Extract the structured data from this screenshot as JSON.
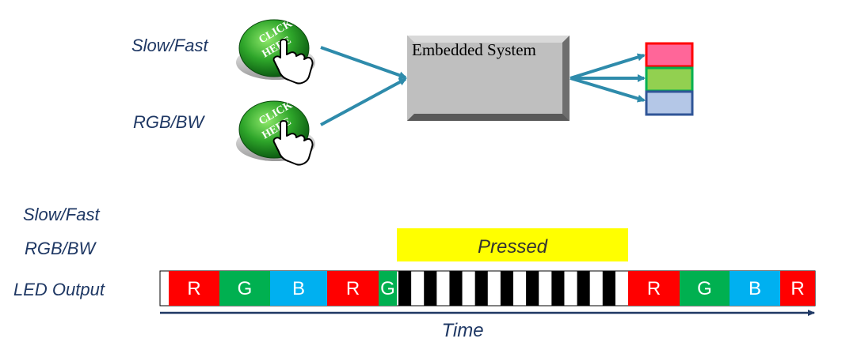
{
  "inputs": {
    "slow_fast_label": "Slow/Fast",
    "rgb_bw_label": "RGB/BW"
  },
  "buttons": {
    "text_line1": "CLICK",
    "text_line2": "HERE"
  },
  "system": {
    "title": "Embedded System"
  },
  "outputs": {
    "led_colors": [
      "#ff6699",
      "#92d050",
      "#b4c7e7"
    ],
    "led_borders": [
      "#ff0000",
      "#00b050",
      "#2f5597"
    ]
  },
  "timeline": {
    "row_labels": [
      "Slow/Fast",
      "RGB/BW",
      "LED Output"
    ],
    "pressed_label": "Pressed",
    "time_label": "Time",
    "segments_before": [
      "R",
      "G",
      "B",
      "R",
      "G"
    ],
    "segments_after": [
      "R",
      "G",
      "B",
      "R"
    ],
    "stripe_count": 9
  },
  "colors": {
    "arrow": "#2e8bab",
    "red": "#ff0000",
    "green": "#00b050",
    "blue": "#00b0f0",
    "pressed": "#ffff00",
    "axis": "#1f3864"
  }
}
